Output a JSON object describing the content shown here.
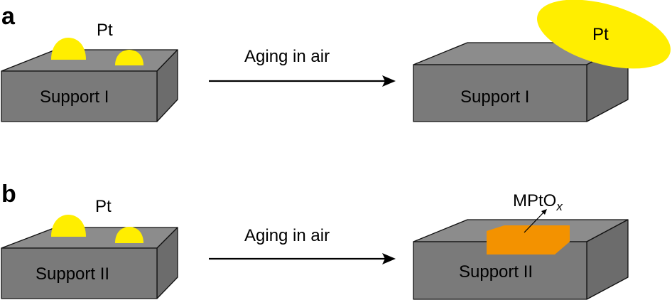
{
  "panels": {
    "a": {
      "letter": "a",
      "pt_label": "Pt",
      "left_support": "Support I",
      "arrow_label": "Aging in air",
      "right_support": "Support I",
      "right_pt_label": "Pt"
    },
    "b": {
      "letter": "b",
      "pt_label": "Pt",
      "left_support": "Support II",
      "arrow_label": "Aging in air",
      "right_support": "Support II",
      "product_label_main": "MPtO",
      "product_label_sub": "x"
    }
  },
  "colors": {
    "support_front": "#7a7a7a",
    "support_top": "#8c8c8c",
    "support_side": "#6c6c6c",
    "pt": "#ffee00",
    "mptox": "#f39200",
    "arrow": "#000000"
  }
}
